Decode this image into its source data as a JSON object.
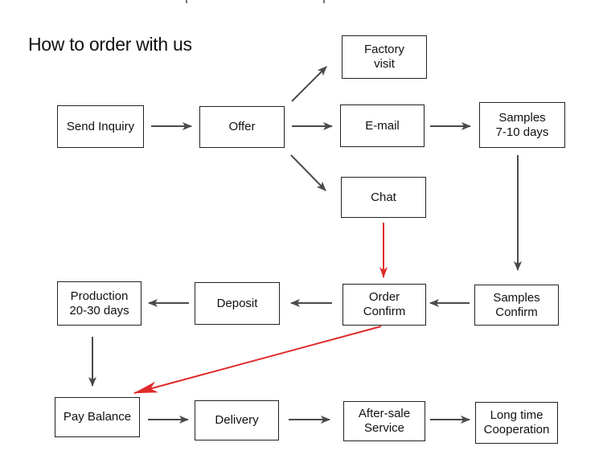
{
  "title": "How to order with us",
  "steps": {
    "send_inquiry": {
      "lines": [
        "Send Inquiry"
      ]
    },
    "offer": {
      "lines": [
        "Offer"
      ]
    },
    "factory_visit": {
      "lines": [
        "Factory",
        "visit"
      ]
    },
    "email": {
      "lines": [
        "E-mail"
      ]
    },
    "chat": {
      "lines": [
        "Chat"
      ]
    },
    "samples": {
      "lines": [
        "Samples",
        "7-10 days"
      ]
    },
    "samples_confirm": {
      "lines": [
        "Samples",
        "Confirm"
      ]
    },
    "order_confirm": {
      "lines": [
        "Order",
        "Confirm"
      ]
    },
    "deposit": {
      "lines": [
        "Deposit"
      ]
    },
    "production": {
      "lines": [
        "Production",
        "20-30 days"
      ]
    },
    "pay_balance": {
      "lines": [
        "Pay Balance"
      ]
    },
    "delivery": {
      "lines": [
        "Delivery"
      ]
    },
    "after_sale": {
      "lines": [
        "After-sale",
        "Service"
      ]
    },
    "long_time": {
      "lines": [
        "Long time",
        "Cooperation"
      ]
    }
  },
  "colors": {
    "arrow": "#4a4a4a",
    "highlight_arrow": "#e02a2a",
    "border": "#222222"
  },
  "connections": [
    {
      "from": "send_inquiry",
      "to": "offer",
      "color": "arrow"
    },
    {
      "from": "offer",
      "to": "factory_visit",
      "color": "arrow"
    },
    {
      "from": "offer",
      "to": "email",
      "color": "arrow"
    },
    {
      "from": "offer",
      "to": "chat",
      "color": "arrow"
    },
    {
      "from": "email",
      "to": "samples",
      "color": "arrow"
    },
    {
      "from": "samples",
      "to": "samples_confirm",
      "color": "arrow"
    },
    {
      "from": "chat",
      "to": "order_confirm",
      "color": "highlight_arrow"
    },
    {
      "from": "samples_confirm",
      "to": "order_confirm",
      "color": "arrow"
    },
    {
      "from": "order_confirm",
      "to": "deposit",
      "color": "arrow"
    },
    {
      "from": "deposit",
      "to": "production",
      "color": "arrow"
    },
    {
      "from": "production",
      "to": "pay_balance",
      "color": "arrow"
    },
    {
      "from": "order_confirm",
      "to": "pay_balance",
      "color": "highlight_arrow"
    },
    {
      "from": "pay_balance",
      "to": "delivery",
      "color": "arrow"
    },
    {
      "from": "delivery",
      "to": "after_sale",
      "color": "arrow"
    },
    {
      "from": "after_sale",
      "to": "long_time",
      "color": "arrow"
    }
  ]
}
